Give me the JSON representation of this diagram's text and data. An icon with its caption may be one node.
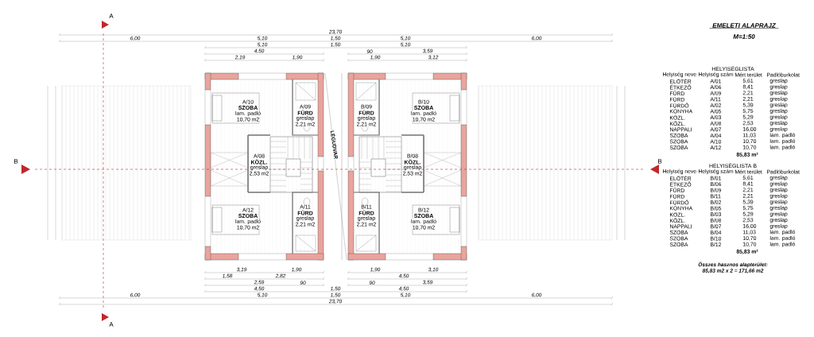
{
  "diagram": {
    "title": "EMELETI ALAPRAJZ",
    "labels": [
      "M=1:50",
      "23,70",
      "6,00",
      "5,10",
      "1,50",
      "5,10",
      "6,00",
      "5,10",
      "1,50",
      "5,10",
      "4,50",
      "90",
      "3,59",
      "2,19",
      "1,90",
      "1,90",
      "3,12",
      "3,19",
      "1,90",
      "1,90",
      "3,10",
      "1,58",
      "2,82",
      "4,50",
      "2,59",
      "90",
      "90",
      "3,59",
      "4,50",
      "1,50",
      "4,50",
      "6,00",
      "5,10",
      "1,50",
      "5,10",
      "6,00",
      "23,70",
      "A",
      "A",
      "B",
      "B",
      "LÉGUDVAR",
      "A/10",
      "SZOBA",
      "lam. padló",
      "10,70 m2",
      "A/09",
      "FÜRD",
      "greslap",
      "2,21 m2",
      "A/08",
      "KÖZL.",
      "greslap",
      "2,53 m2",
      "A/12",
      "SZOBA",
      "lam. padló",
      "10,70 m2",
      "A/11",
      "FÜRD",
      "greslap",
      "2,21 m2",
      "B/09",
      "FÜRD",
      "greslap",
      "2,21 m2",
      "B/10",
      "SZOBA",
      "lam. padló",
      "10,70 m2",
      "B/08",
      "KÖZL.",
      "greslap",
      "2,53 m2",
      "B/11",
      "FÜRD",
      "greslap",
      "2,21 m2",
      "B/12",
      "SZOBA",
      "lam. padló",
      "10,70 m2",
      "HELYISÉGLISTA",
      "Helyiség neve",
      "Helyiség szám",
      "Mért terület",
      "Padlóburkolat",
      "ELŐTÉR",
      "A/01",
      "5,61",
      "greslap",
      "ÉTKEZŐ",
      "A/06",
      "8,41",
      "greslap",
      "FÜRD",
      "A/09",
      "2,21",
      "greslap",
      "FÜRD",
      "A/11",
      "2,21",
      "greslap",
      "FÜRDŐ",
      "A/02",
      "5,39",
      "greslap",
      "KONYHA",
      "A/05",
      "5,75",
      "greslap",
      "KÖZL.",
      "A/03",
      "5,29",
      "greslap",
      "KÖZL.",
      "A/08",
      "2,53",
      "greslap",
      "NAPPALI",
      "A/07",
      "16,00",
      "greslap",
      "SZOBA",
      "A/04",
      "11,03",
      "lam. padló",
      "SZOBA",
      "A/10",
      "10,70",
      "lam. padló",
      "SZOBA",
      "A/12",
      "10,70",
      "lam. padló",
      "85,83 m²",
      "HELYISÉGLISTA B",
      "Helyiség neve",
      "Helyiség szám",
      "Mért terület",
      "Padlóburkolat",
      "ELŐTÉR",
      "B/01",
      "5,61",
      "greslap",
      "ÉTKEZŐ",
      "B/06",
      "8,41",
      "greslap",
      "FÜRD",
      "B/09",
      "2,21",
      "greslap",
      "FÜRD",
      "B/11",
      "2,21",
      "greslap",
      "FÜRDŐ",
      "B/02",
      "5,39",
      "greslap",
      "KONYHA",
      "B/05",
      "5,75",
      "greslap",
      "KÖZL.",
      "B/03",
      "5,29",
      "greslap",
      "KÖZL.",
      "B/08",
      "2,53",
      "greslap",
      "NAPPALI",
      "B/07",
      "16,00",
      "greslap",
      "SZOBA",
      "B/04",
      "11,03",
      "lam. padló",
      "SZOBA",
      "B/10",
      "10,70",
      "lam. padló",
      "SZOBA",
      "B/12",
      "10,70",
      "lam. padló",
      "85,83 m²",
      "Összes hasznos alapterület:",
      "85,83 m2 x 2 = 171,66 m2"
    ]
  }
}
